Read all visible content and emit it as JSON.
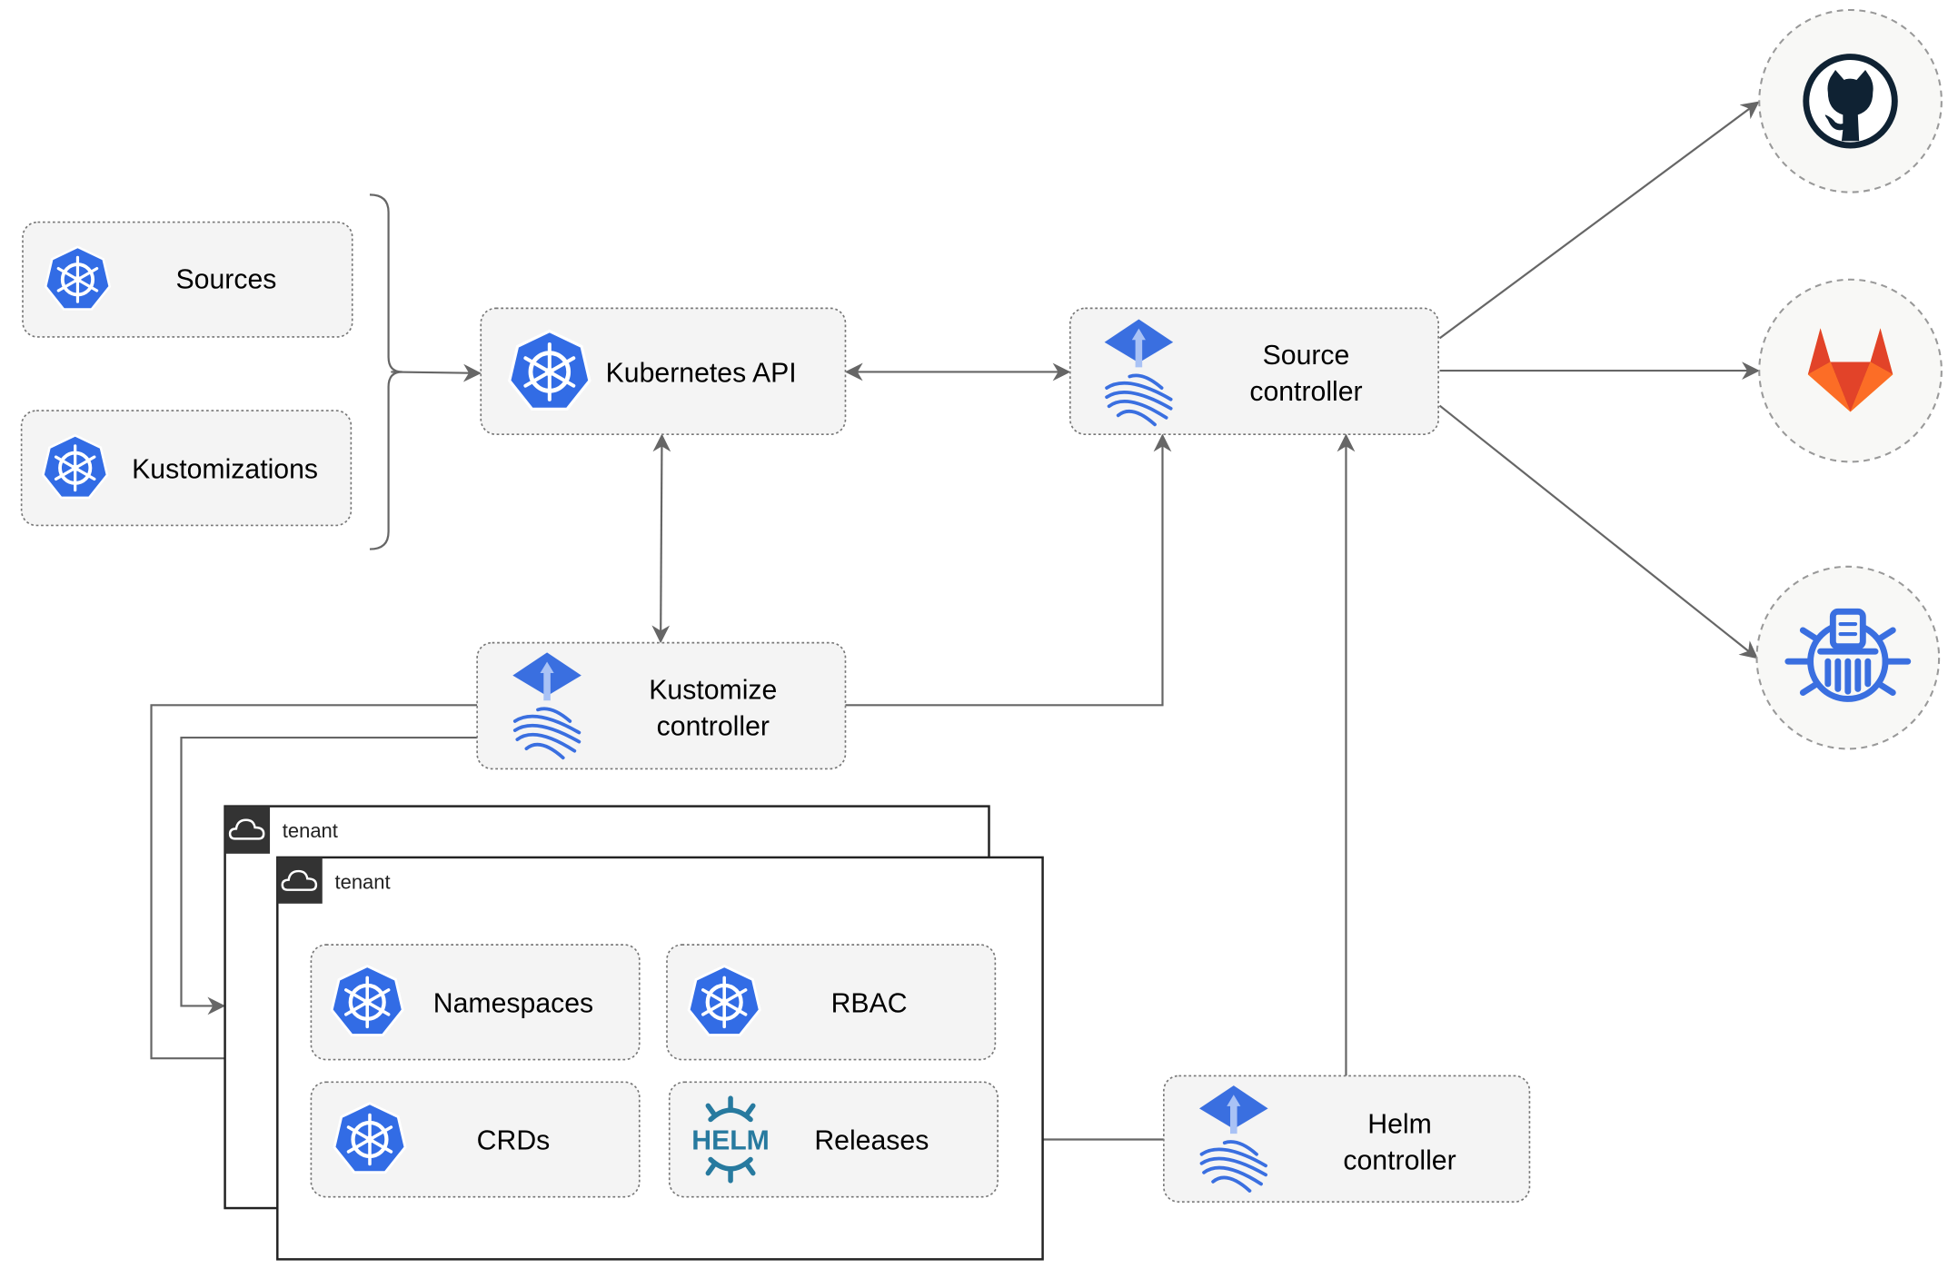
{
  "nodes": {
    "sources": {
      "label": "Sources",
      "icon": "kubernetes-icon"
    },
    "kustomizations": {
      "label": "Kustomizations",
      "icon": "kubernetes-icon"
    },
    "kubernetes_api": {
      "label": "Kubernetes API",
      "icon": "kubernetes-icon"
    },
    "source_controller": {
      "line1": "Source",
      "line2": "controller",
      "icon": "flux-icon"
    },
    "kustomize_controller": {
      "line1": "Kustomize",
      "line2": "controller",
      "icon": "flux-icon"
    },
    "helm_controller": {
      "line1": "Helm",
      "line2": "controller",
      "icon": "flux-icon"
    }
  },
  "external_sources": [
    {
      "icon": "github-icon"
    },
    {
      "icon": "gitlab-icon"
    },
    {
      "icon": "bucket-icon"
    }
  ],
  "tenants": [
    {
      "label": "tenant",
      "icon": "cloud-icon"
    },
    {
      "label": "tenant",
      "icon": "cloud-icon"
    }
  ],
  "tenant_resources": [
    {
      "label": "Namespaces",
      "icon": "kubernetes-icon"
    },
    {
      "label": "RBAC",
      "icon": "kubernetes-icon"
    },
    {
      "label": "CRDs",
      "icon": "kubernetes-icon"
    },
    {
      "label": "Releases",
      "icon": "helm-icon",
      "icon_text": "HELM"
    }
  ],
  "colors": {
    "kubernetes_blue": "#326ce5",
    "flux_blue": "#3a6fe0",
    "helm_teal": "#277a9f",
    "github_dark": "#0f2233",
    "gitlab_orange": "#e24329",
    "edge": "#666666"
  }
}
